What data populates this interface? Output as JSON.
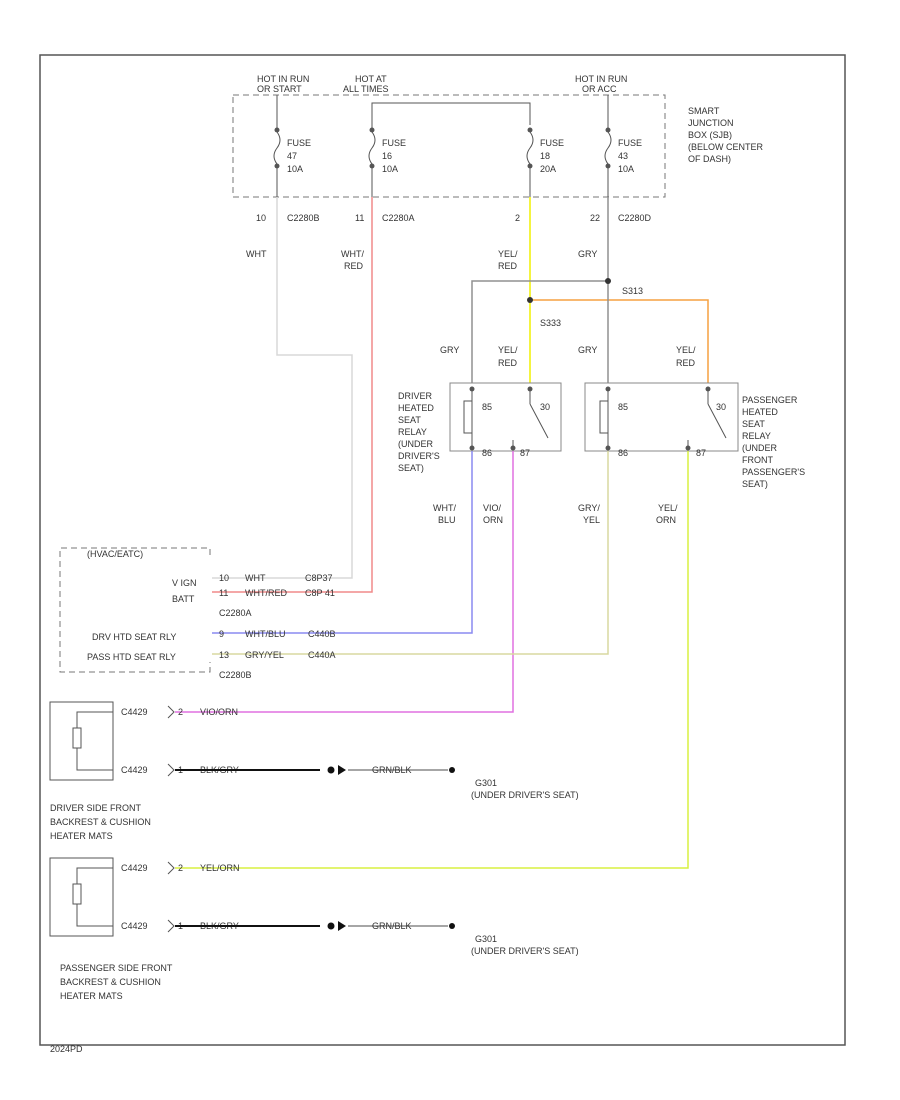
{
  "hot_sources": [
    {
      "line1": "HOT IN RUN",
      "line2": "OR START"
    },
    {
      "line1": "HOT AT",
      "line2": "ALL TIMES"
    },
    {
      "line1": "HOT IN RUN",
      "line2": "OR ACC"
    }
  ],
  "sjb_label": [
    "SMART",
    "JUNCTION",
    "BOX (SJB)",
    "(BELOW CENTER",
    "OF DASH)"
  ],
  "fuses": [
    {
      "name": "FUSE",
      "num": "47",
      "amp": "10A"
    },
    {
      "name": "FUSE",
      "num": "16",
      "amp": "10A"
    },
    {
      "name": "FUSE",
      "num": "18",
      "amp": "20A"
    },
    {
      "name": "FUSE",
      "num": "43",
      "amp": "10A"
    }
  ],
  "sjb_pins": [
    {
      "pin": "10",
      "connector": "C2280B"
    },
    {
      "pin": "11",
      "connector": "C2280A"
    },
    {
      "pin": "2",
      "connector": ""
    },
    {
      "pin": "22",
      "connector": "C2280D"
    }
  ],
  "wire_colors": {
    "fuse47": "WHT",
    "fuse16": [
      "WHT/",
      "RED"
    ],
    "fuse18": [
      "YEL/",
      "RED"
    ],
    "fuse43": "GRY",
    "drv_gry": "GRY",
    "drv_yel": [
      "YEL/",
      "RED"
    ],
    "pass_gry": "GRY",
    "pass_yel": [
      "YEL/",
      "RED"
    ],
    "drv_out1": [
      "WHT/",
      "BLU"
    ],
    "drv_out2": [
      "VIO/",
      "ORN"
    ],
    "pass_out1": [
      "GRY/",
      "YEL"
    ],
    "pass_out2": [
      "YEL/",
      "ORN"
    ]
  },
  "splices": {
    "s1": "S313",
    "s2": "S333"
  },
  "relays": {
    "driver": {
      "label": [
        "DRIVER",
        "HEATED",
        "SEAT",
        "RELAY",
        "(UNDER",
        "DRIVER'S",
        "SEAT)"
      ],
      "pins": [
        "85",
        "86",
        "87",
        "30"
      ]
    },
    "passenger": {
      "label": [
        "PASSENGER",
        "HEATED",
        "SEAT",
        "RELAY",
        "(UNDER",
        "FRONT",
        "PASSENGER'S",
        "SEAT)"
      ],
      "pins": [
        "85",
        "86",
        "87",
        "30"
      ]
    }
  },
  "hvac_module": {
    "title": "(HVAC/EATC)",
    "left_labels": [
      "V IGN",
      "BATT",
      "",
      "DRV HTD SEAT RLY",
      "PASS HTD SEAT RLY"
    ],
    "rows": [
      {
        "pin": "10",
        "wire": "WHT",
        "conn": "C8P37"
      },
      {
        "pin": "11",
        "wire": "WHT/RED",
        "conn": "C8P 41"
      },
      {
        "pin": "9",
        "wire": "WHT/BLU",
        "conn": "C440B"
      },
      {
        "pin": "13",
        "wire": "GRY/YEL",
        "conn": "C440A"
      }
    ],
    "conn_a": "C2280A",
    "conn_b": "C2280B"
  },
  "heaters": [
    {
      "label": [
        "DRIVER SIDE FRONT",
        "BACKREST & CUSHION",
        "HEATER MATS"
      ],
      "top_conn": "C4429",
      "top_pin": "2",
      "top_wire": "VIO/ORN",
      "bot_conn": "C4429",
      "bot_pin": "1",
      "bot_wire": "BLK/GRY",
      "ground_wire": "GRN/BLK",
      "ground": "G301",
      "ground_loc": "(UNDER DRIVER'S SEAT)"
    },
    {
      "label": [
        "PASSENGER SIDE FRONT",
        "BACKREST & CUSHION",
        "HEATER MATS"
      ],
      "top_conn": "C4429",
      "top_pin": "2",
      "top_wire": "YEL/ORN",
      "bot_conn": "C4429",
      "bot_pin": "1",
      "bot_wire": "BLK/GRY",
      "ground_wire": "GRN/BLK",
      "ground": "G301",
      "ground_loc": "(UNDER DRIVER'S SEAT)"
    }
  ],
  "footer_code": "2024PD",
  "colors": {
    "white_wire": "#d8d8d8",
    "red_wire": "#f08a8a",
    "yellow_wire": "#f0f000",
    "gray_wire": "#909090",
    "orange_wire": "#f5a040",
    "blue_wire": "#8a8af0",
    "violet_wire": "#e070e0",
    "yelorn_wire": "#d8f040",
    "gryyel_wire": "#d8d8a0",
    "black_wire": "#111111",
    "green_wire": "#888888",
    "line": "#555555"
  }
}
